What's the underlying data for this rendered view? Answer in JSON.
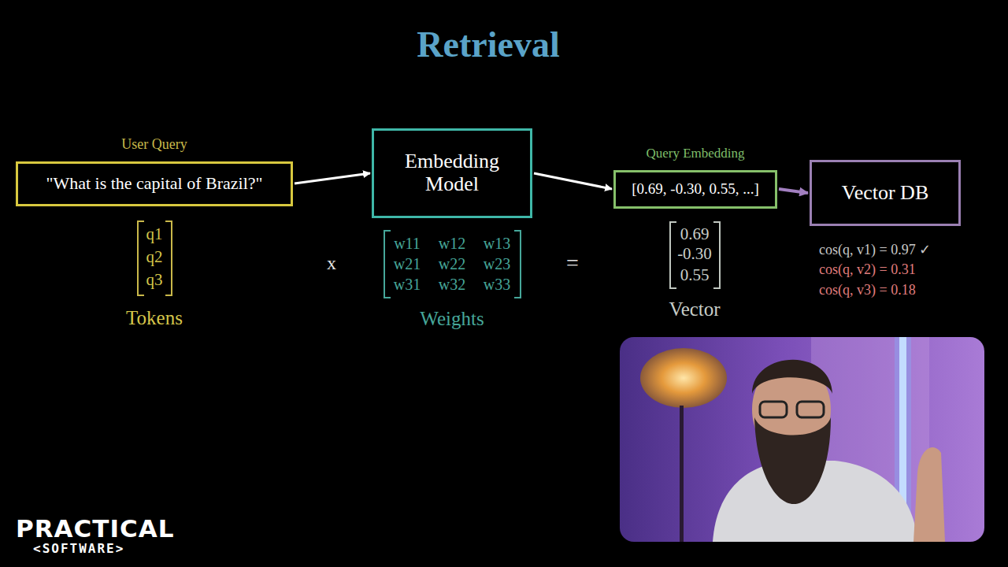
{
  "diagram": {
    "title": "Retrieval",
    "nodes": [
      {
        "text": [
          "User Query",
          "\"What is the capital of Brazil?\""
        ]
      },
      {
        "text": [
          "Embedding Model"
        ]
      },
      {
        "text": [
          "Query Embedding",
          "[0.69, -0.30, 0.55, ...]"
        ]
      },
      {
        "text": [
          "Vector DB"
        ]
      }
    ],
    "edges": [
      {
        "from": 0,
        "to": 1,
        "arrow": "to"
      },
      {
        "from": 1,
        "to": 2,
        "arrow": "to"
      },
      {
        "from": 2,
        "to": 3,
        "arrow": "to"
      }
    ],
    "labels": [
      "q1",
      "q2",
      "q3",
      "Tokens",
      "x",
      "w11",
      "w12",
      "w13",
      "w21",
      "w22",
      "w23",
      "w31",
      "w32",
      "w33",
      "Weights",
      "=",
      "0.69",
      "-0.30",
      "0.55",
      "Vector",
      "cos(q, v1) = 0.97 ✓",
      "cos(q, v2) = 0.31",
      "cos(q, v3) = 0.18",
      "PRACTICAL",
      "<SOFTWARE>"
    ]
  }
}
